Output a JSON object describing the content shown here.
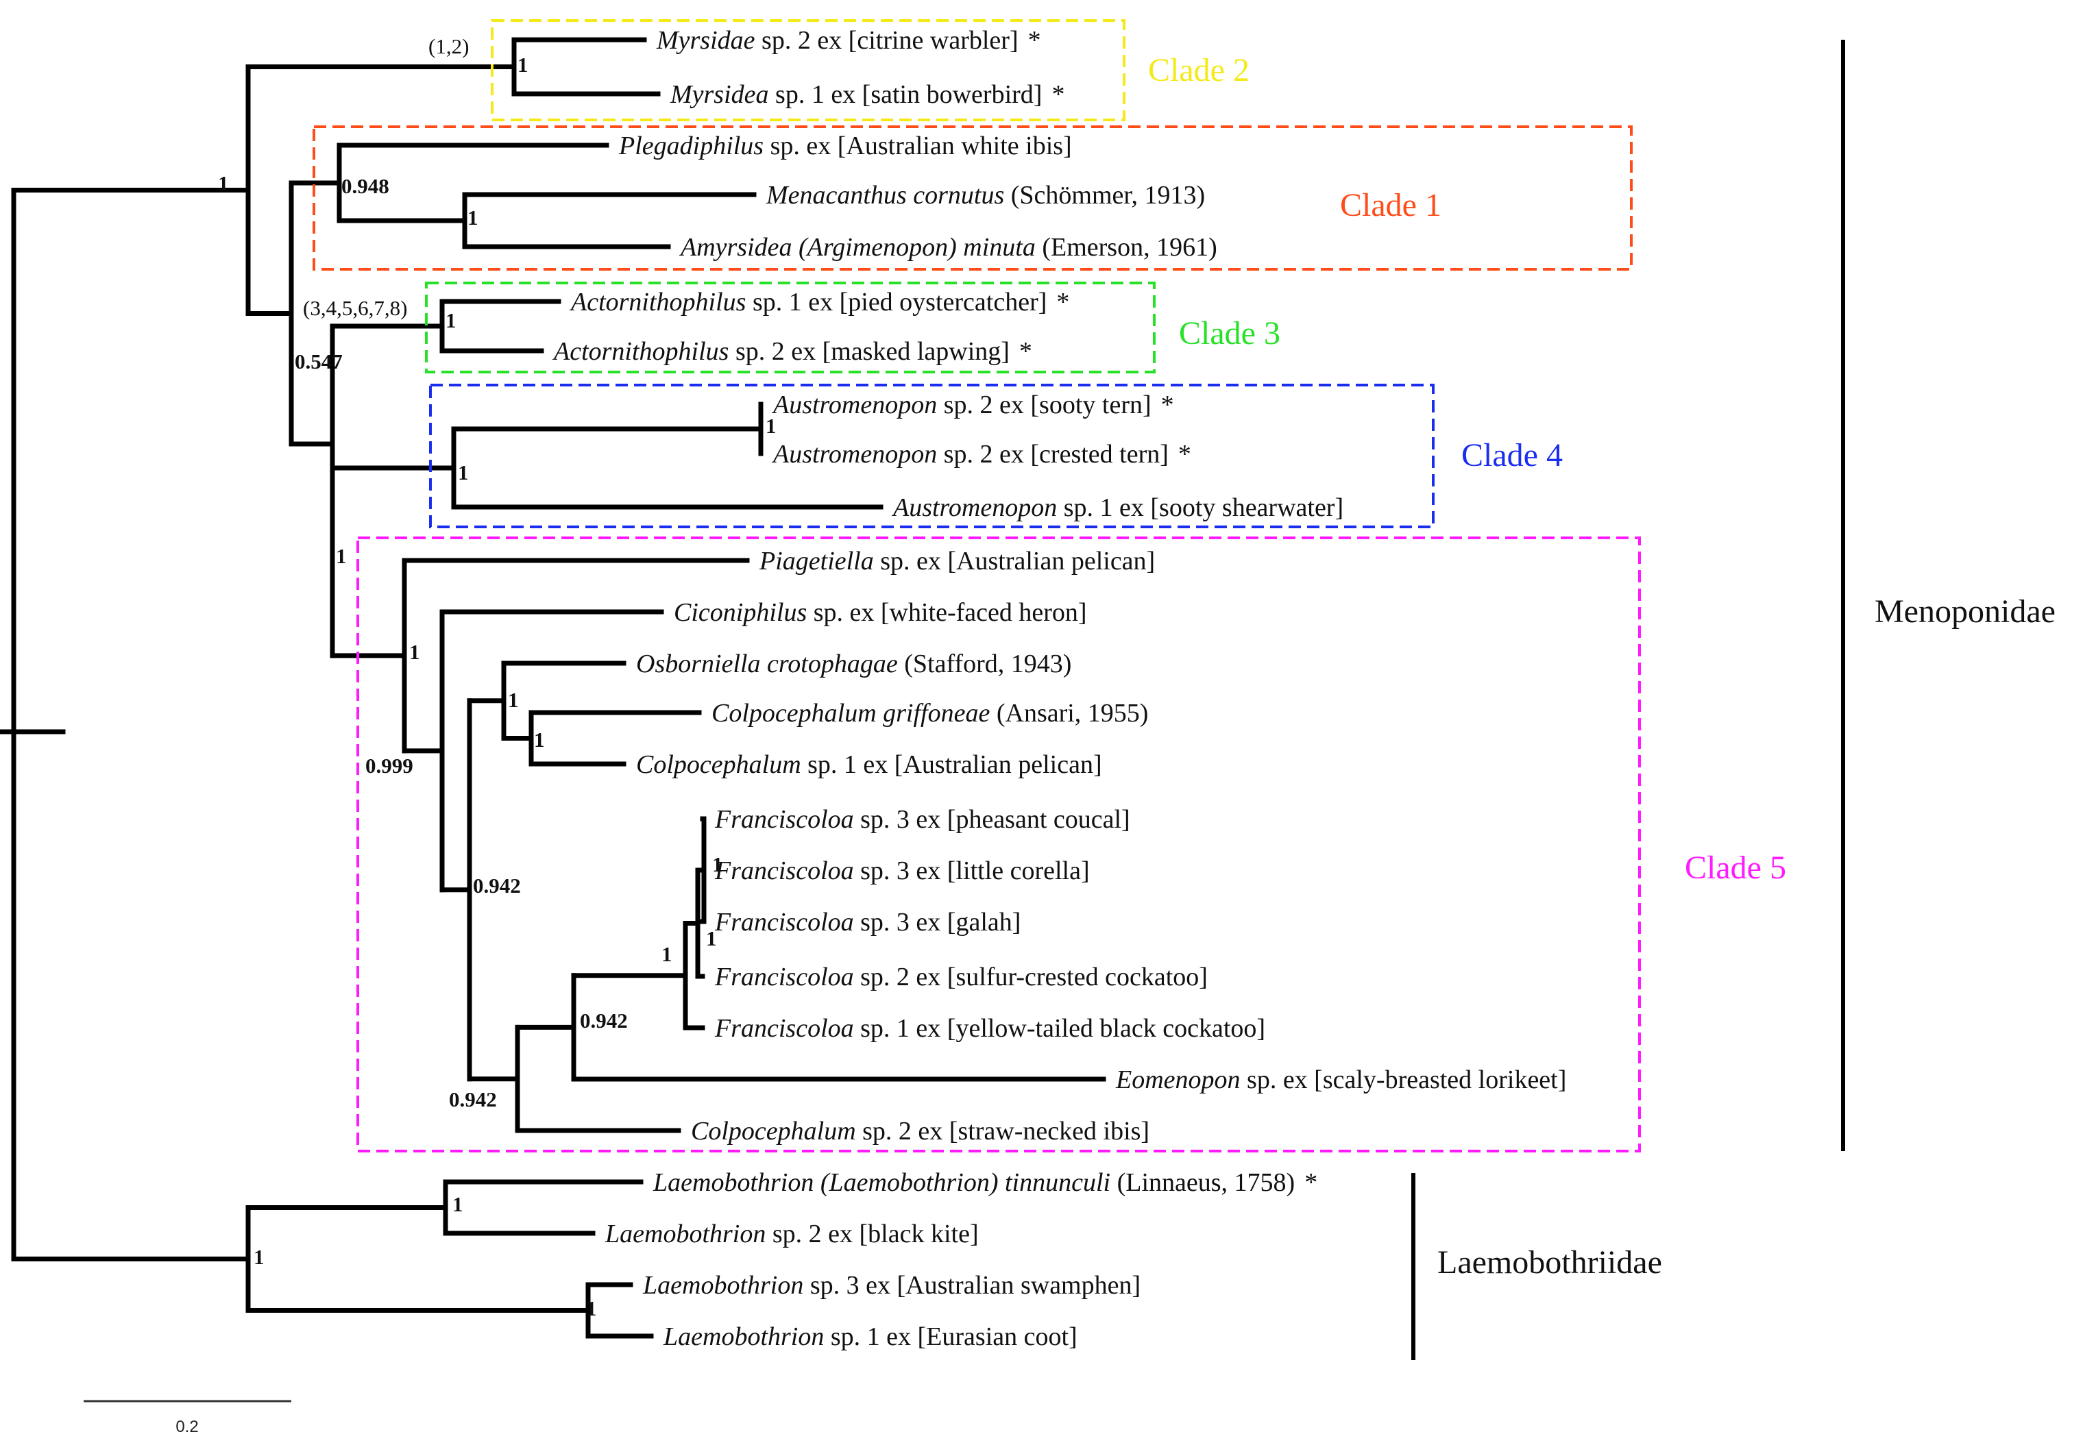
{
  "tips": [
    {
      "id": "t1",
      "genus": "Myrsidae",
      "rest": " sp. 2 ex [citrine warbler]",
      "star": true
    },
    {
      "id": "t2",
      "genus": "Myrsidea",
      "rest": " sp. 1 ex [satin bowerbird]",
      "star": true
    },
    {
      "id": "t3",
      "genus": "Plegadiphilus",
      "rest": " sp. ex [Australian white ibis]",
      "star": false
    },
    {
      "id": "t4",
      "genus": "Menacanthus cornutus",
      "rest": " (Schömmer, 1913)",
      "star": false
    },
    {
      "id": "t5",
      "genus": "Amyrsidea (Argimenopon) minuta",
      "rest": " (Emerson, 1961)",
      "star": false
    },
    {
      "id": "t6",
      "genus": "Actornithophilus",
      "rest": " sp. 1 ex [pied oystercatcher]",
      "star": true
    },
    {
      "id": "t7",
      "genus": "Actornithophilus",
      "rest": " sp. 2 ex [masked lapwing]",
      "star": true
    },
    {
      "id": "t8",
      "genus": "Austromenopon",
      "rest": " sp. 2 ex [sooty tern]",
      "star": true
    },
    {
      "id": "t9",
      "genus": "Austromenopon",
      "rest": " sp. 2 ex [crested tern]",
      "star": true
    },
    {
      "id": "t10",
      "genus": "Austromenopon",
      "rest": " sp. 1 ex [sooty shearwater]",
      "star": false
    },
    {
      "id": "t11",
      "genus": "Piagetiella",
      "rest": " sp. ex [Australian pelican]",
      "star": false
    },
    {
      "id": "t12",
      "genus": "Ciconiphilus",
      "rest": " sp. ex [white-faced heron]",
      "star": false
    },
    {
      "id": "t13",
      "genus": "Osborniella crotophagae",
      "rest": " (Stafford, 1943)",
      "star": false
    },
    {
      "id": "t14",
      "genus": "Colpocephalum griffoneae",
      "rest": " (Ansari, 1955)",
      "star": false
    },
    {
      "id": "t15",
      "genus": "Colpocephalum",
      "rest": " sp. 1 ex [Australian pelican]",
      "star": false
    },
    {
      "id": "t16",
      "genus": "Franciscoloa",
      "rest": " sp. 3 ex [pheasant coucal]",
      "star": false
    },
    {
      "id": "t17",
      "genus": "Franciscoloa",
      "rest": " sp. 3 ex [little corella]",
      "star": false
    },
    {
      "id": "t18",
      "genus": "Franciscoloa",
      "rest": " sp. 3 ex [galah]",
      "star": false
    },
    {
      "id": "t19",
      "genus": "Franciscoloa",
      "rest": " sp. 2 ex [sulfur-crested cockatoo]",
      "star": false
    },
    {
      "id": "t20",
      "genus": "Franciscoloa",
      "rest": " sp. 1 ex [yellow-tailed black cockatoo]",
      "star": false
    },
    {
      "id": "t21",
      "genus": "Eomenopon",
      "rest": " sp. ex [scaly-breasted lorikeet]",
      "star": false
    },
    {
      "id": "t22",
      "genus": "Colpocephalum",
      "rest": " sp. 2 ex [straw-necked ibis]",
      "star": false
    },
    {
      "id": "t23",
      "genus": "Laemobothrion (Laemobothrion) tinnunculi",
      "rest": " (Linnaeus, 1758)",
      "star": true
    },
    {
      "id": "t24",
      "genus": "Laemobothrion",
      "rest": " sp. 2 ex [black kite]",
      "star": false
    },
    {
      "id": "t25",
      "genus": "Laemobothrion",
      "rest": " sp. 3 ex [Australian swamphen]",
      "star": false
    },
    {
      "id": "t26",
      "genus": "Laemobothrion",
      "rest": " sp. 1 ex [Eurasian coot]",
      "star": false
    }
  ],
  "supports": [
    {
      "id": "s_menop",
      "value": "1"
    },
    {
      "id": "s_clade2",
      "value": "1"
    },
    {
      "id": "s_c1",
      "value": "0.948"
    },
    {
      "id": "s_men_amy",
      "value": "1"
    },
    {
      "id": "s_rest",
      "value": "0.547"
    },
    {
      "id": "s_clade3",
      "value": "1"
    },
    {
      "id": "s_terns",
      "value": "1"
    },
    {
      "id": "s_clade4",
      "value": "1"
    },
    {
      "id": "s_c45",
      "value": "1"
    },
    {
      "id": "s_clade5",
      "value": "0.999"
    },
    {
      "id": "s_cicon",
      "value": "1"
    },
    {
      "id": "s_osb",
      "value": "1"
    },
    {
      "id": "s_colp",
      "value": "1"
    },
    {
      "id": "s_g0942a",
      "value": "0.942"
    },
    {
      "id": "s_fran",
      "value": "1"
    },
    {
      "id": "s_fsp3",
      "value": "1"
    },
    {
      "id": "s_fran_inner",
      "value": "1"
    },
    {
      "id": "s_g0942b",
      "value": "0.942"
    },
    {
      "id": "s_g0942c",
      "value": "0.942"
    },
    {
      "id": "s_laemo",
      "value": "1"
    },
    {
      "id": "s_la",
      "value": "1"
    },
    {
      "id": "s_lb",
      "value": "1"
    }
  ],
  "annotations": {
    "clade2_positions": "(1,2)",
    "clade3_positions": "(3,4,5,6,7,8)"
  },
  "clades": [
    {
      "id": "clade2",
      "label": "Clade 2",
      "color": "#f4ea1a"
    },
    {
      "id": "clade1",
      "label": "Clade 1",
      "color": "#ff4d1a"
    },
    {
      "id": "clade3",
      "label": "Clade 3",
      "color": "#27e127"
    },
    {
      "id": "clade4",
      "label": "Clade 4",
      "color": "#1a2ef0"
    },
    {
      "id": "clade5",
      "label": "Clade 5",
      "color": "#ff1aff"
    }
  ],
  "families": [
    {
      "id": "menoponidae",
      "label": "Menoponidae"
    },
    {
      "id": "laemobothriidae",
      "label": "Laemobothriidae"
    }
  ],
  "scale_bar": {
    "label": "0.2"
  }
}
